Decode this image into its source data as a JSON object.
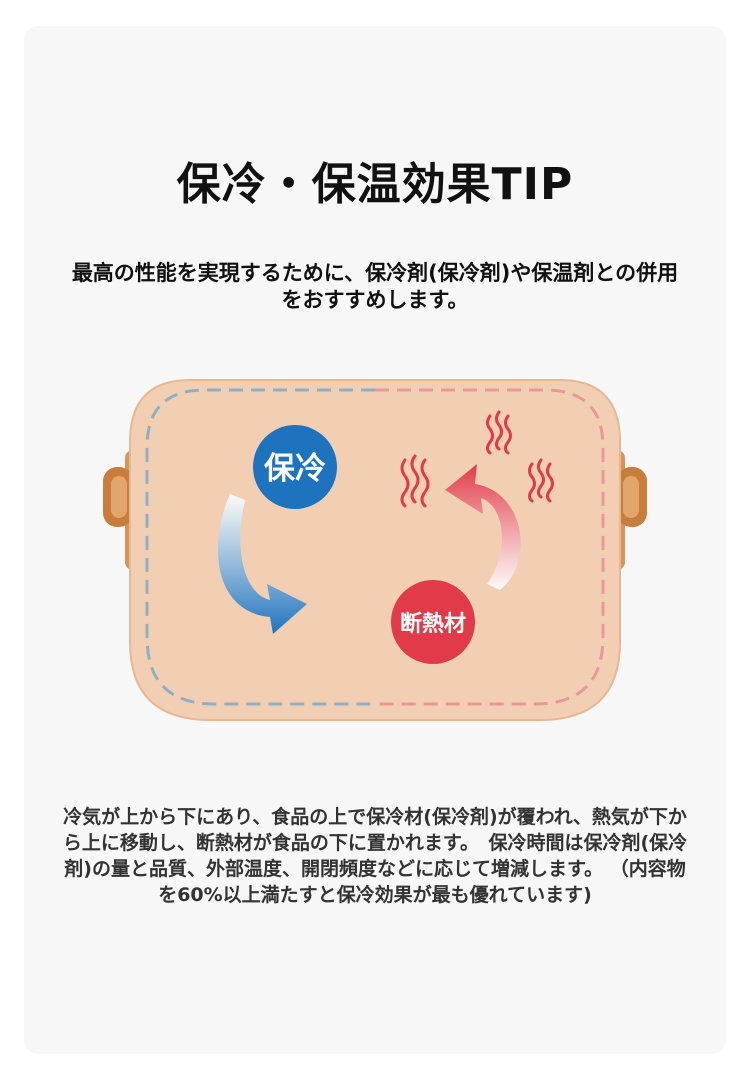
{
  "heading": "保冷・保温効果TIP",
  "intro": {
    "line1": "最高の性能を実現するために、保冷剤(保冷剤)や保温剤との併用",
    "line2": "をおすすめします。"
  },
  "illustration": {
    "cool_label": "保冷",
    "insulation_label": "断熱材",
    "colors": {
      "box": "#f2cfb3",
      "box_outline": "#e8b793",
      "handle": "#d08a47",
      "cool": "#1e73be",
      "warm": "#e13a48"
    }
  },
  "description": {
    "line1": "冷気が上から下にあり、食品の上で保冷材(保冷剤)が覆われ、熱気が下か",
    "line2": "ら上に移動し、断熱材が食品の下に置かれます。　保冷時間は保冷剤(保冷",
    "line3": "剤)の量と品質、外部温度、開閉頻度などに応じて増減します。 （内容物",
    "line4": "を60%以上満たすと保冷効果が最も優れています)"
  }
}
